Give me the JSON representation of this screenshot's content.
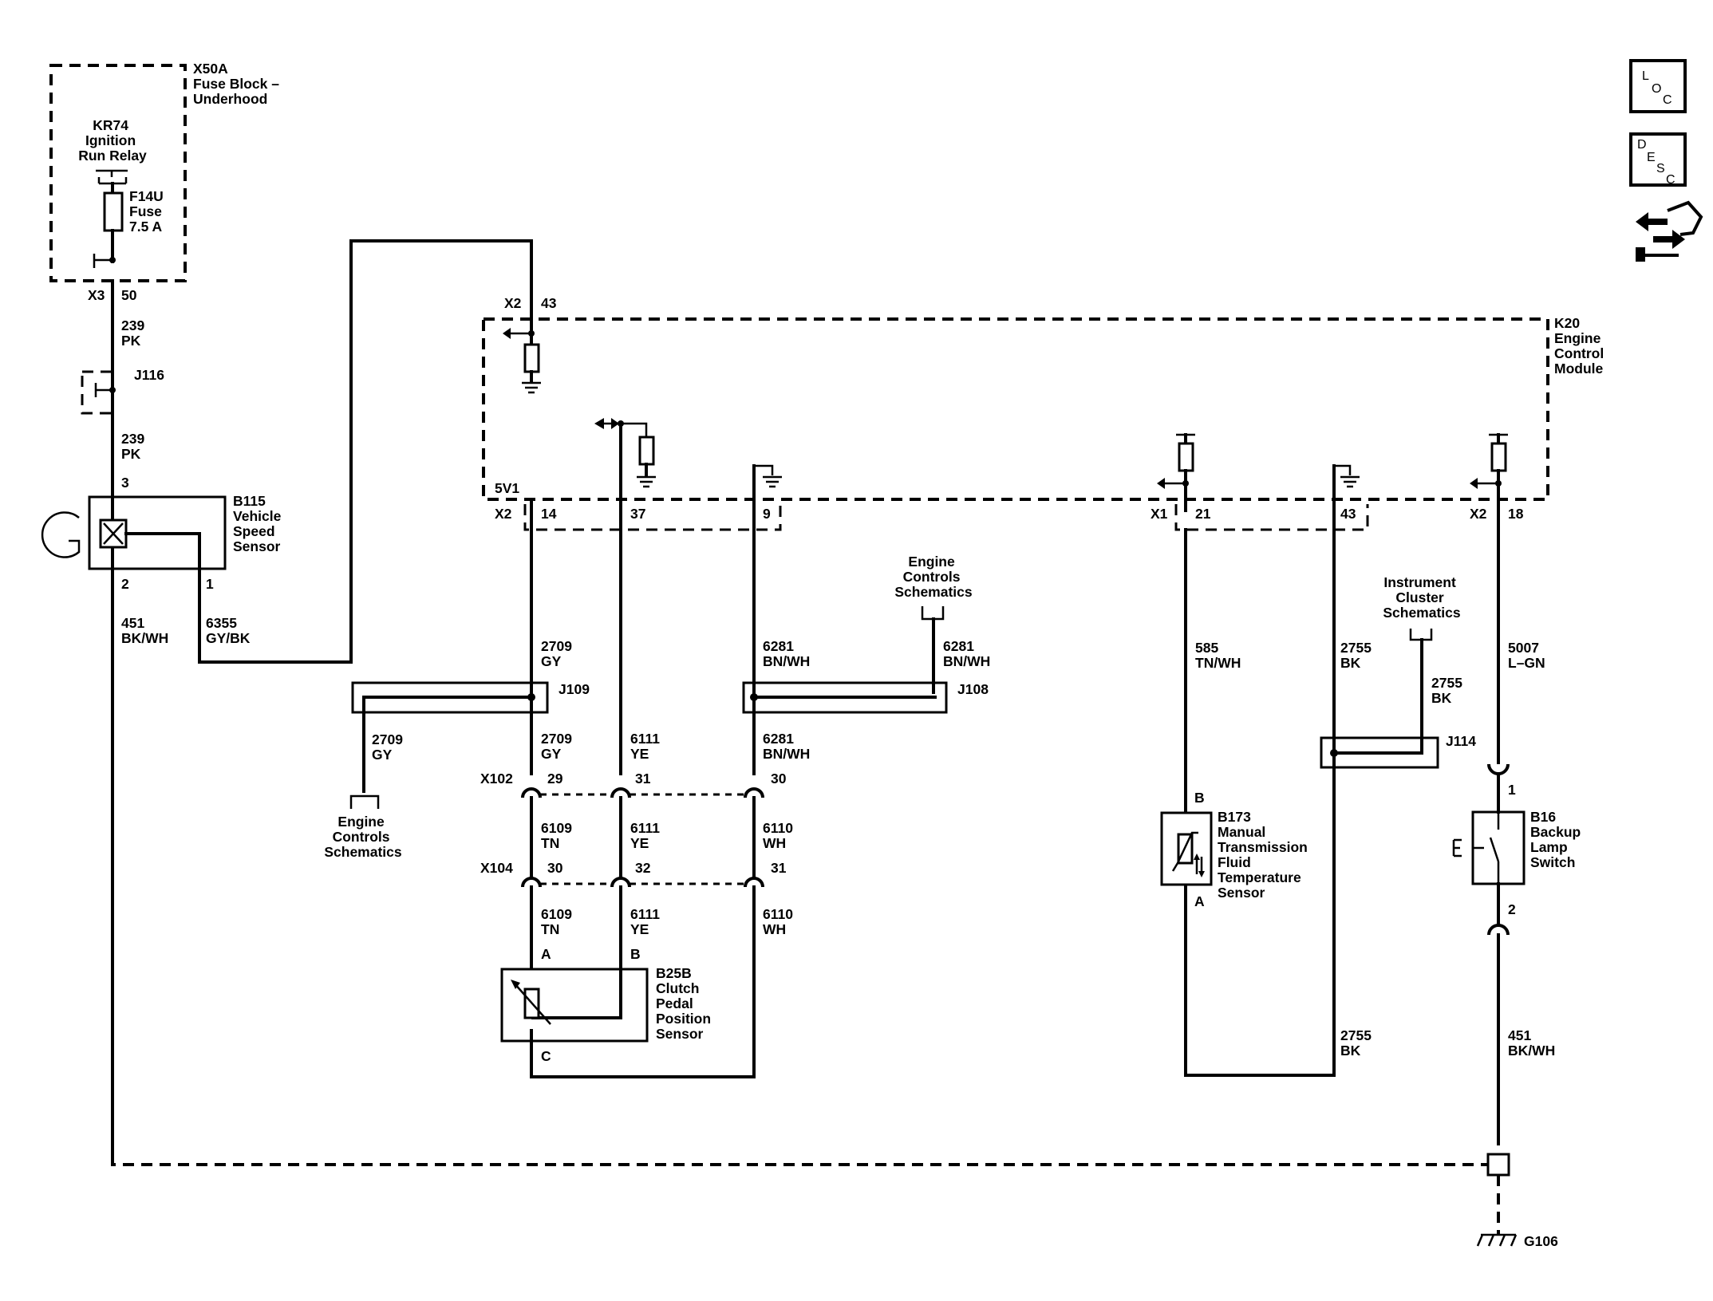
{
  "blocks": {
    "x50a": [
      "X50A",
      "Fuse Block –",
      "Underhood"
    ],
    "kr74": [
      "KR74",
      "Ignition",
      "Run Relay"
    ],
    "f14u": [
      "F14U",
      "Fuse",
      "7.5 A"
    ],
    "k20": [
      "K20",
      "Engine",
      "Control",
      "Module"
    ],
    "b115": [
      "B115",
      "Vehicle",
      "Speed",
      "Sensor"
    ],
    "b25b": [
      "B25B",
      "Clutch",
      "Pedal",
      "Position",
      "Sensor"
    ],
    "b173": [
      "B173",
      "Manual",
      "Transmission",
      "Fluid",
      "Temperature",
      "Sensor"
    ],
    "b16": [
      "B16",
      "Backup",
      "Lamp",
      "Switch"
    ],
    "ecs_top": [
      "Engine",
      "Controls",
      "Schematics"
    ],
    "ecs_left": [
      "Engine",
      "Controls",
      "Schematics"
    ],
    "ics": [
      "Instrument",
      "Cluster",
      "Schematics"
    ]
  },
  "connectors": {
    "x3": "X3",
    "x3_pin": "50",
    "x2_top": "X2",
    "x2_top_pin": "43",
    "x2a": "X2",
    "x2a_pins": [
      "14",
      "37",
      "9"
    ],
    "v5": "5V1",
    "x1": "X1",
    "x1_pins": [
      "21",
      "43"
    ],
    "x2b": "X2",
    "x2b_pin": "18",
    "x102": "X102",
    "x102_pins": [
      "29",
      "31",
      "30"
    ],
    "x104": "X104",
    "x104_pins": [
      "30",
      "32",
      "31"
    ]
  },
  "pins": {
    "b115_3": "3",
    "b115_2": "2",
    "b115_1": "1",
    "b25b_a": "A",
    "b25b_b": "B",
    "b25b_c": "C",
    "b173_b": "B",
    "b173_a": "A",
    "b16_1": "1",
    "b16_2": "2"
  },
  "splices": {
    "j116": "J116",
    "j109": "J109",
    "j108": "J108",
    "j114": "J114"
  },
  "ground": "G106",
  "wires": {
    "w239a": [
      "239",
      "PK"
    ],
    "w239b": [
      "239",
      "PK"
    ],
    "w451a": [
      "451",
      "BK/WH"
    ],
    "w6355": [
      "6355",
      "GY/BK"
    ],
    "w2709a": [
      "2709",
      "GY"
    ],
    "w2709b": [
      "2709",
      "GY"
    ],
    "w2709c": [
      "2709",
      "GY"
    ],
    "w6111a": [
      "6111",
      "YE"
    ],
    "w6111b": [
      "6111",
      "YE"
    ],
    "w6111c": [
      "6111",
      "YE"
    ],
    "w6281a": [
      "6281",
      "BN/WH"
    ],
    "w6281b": [
      "6281",
      "BN/WH"
    ],
    "w6281c": [
      "6281",
      "BN/WH"
    ],
    "w6109a": [
      "6109",
      "TN"
    ],
    "w6109b": [
      "6109",
      "TN"
    ],
    "w6110a": [
      "6110",
      "WH"
    ],
    "w6110b": [
      "6110",
      "WH"
    ],
    "w585": [
      "585",
      "TN/WH"
    ],
    "w2755a": [
      "2755",
      "BK"
    ],
    "w2755b": [
      "2755",
      "BK"
    ],
    "w2755c": [
      "2755",
      "BK"
    ],
    "w5007": [
      "5007",
      "L–GN"
    ],
    "w451b": [
      "451",
      "BK/WH"
    ]
  },
  "icons": {
    "loc": [
      "L",
      "O",
      "C"
    ],
    "desc": [
      "D",
      "E",
      "S",
      "C"
    ]
  }
}
